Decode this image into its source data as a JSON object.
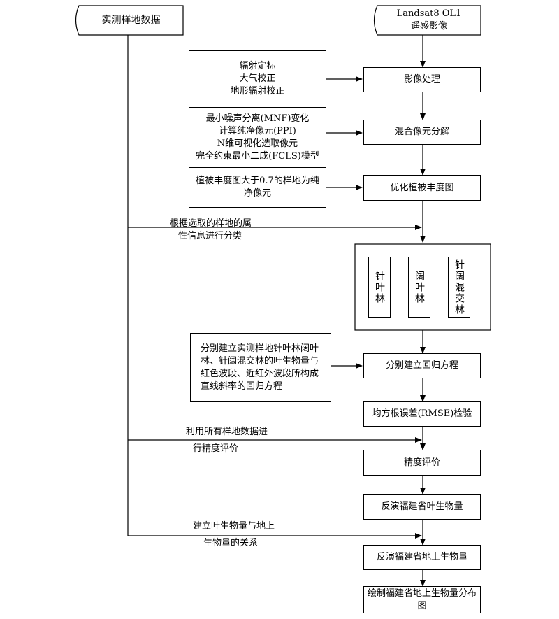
{
  "inputs": {
    "field_data": "实测样地数据",
    "landsat_line1": "Landsat8 OL1",
    "landsat_line2": "遥感影像"
  },
  "preprocess": {
    "group1": [
      "辐射定标",
      "大气校正",
      "地形辐射校正"
    ],
    "group2": [
      "最小噪声分离(MNF)变化",
      "计算纯净像元(PPI)",
      "N维可视化选取像元",
      "完全约束最小二成(FCLS)模型"
    ],
    "group3": [
      "植被丰度图大于0.7的样地为纯",
      "净像元"
    ]
  },
  "steps": {
    "image_processing": "影像处理",
    "unmixing": "混合像元分解",
    "optimize": "优化植被丰度图",
    "regression": "分别建立回归方程",
    "rmse": "均方根误差(RMSE)检验",
    "accuracy": "精度评价",
    "leaf_biomass": "反演福建省叶生物量",
    "agb": "反演福建省地上生物量",
    "map": "绘制福建省地上生物量分布图"
  },
  "forest_types": {
    "coniferous": "针叶林",
    "broadleaf": "阔叶林",
    "mixed": "针阔混交林"
  },
  "regression_note": "分别建立实测样地针叶林阔叶林、针阔混交林的叶生物量与红色波段、近红外波段所构成直线斜率的回归方程",
  "branch_labels": {
    "classify_1": "根据选取的样地的属",
    "classify_2": "性信息进行分类",
    "eval_1": "利用所有样地数据进",
    "eval_2": "行精度评价",
    "relation_1": "建立叶生物量与地上",
    "relation_2": "生物量的关系"
  }
}
